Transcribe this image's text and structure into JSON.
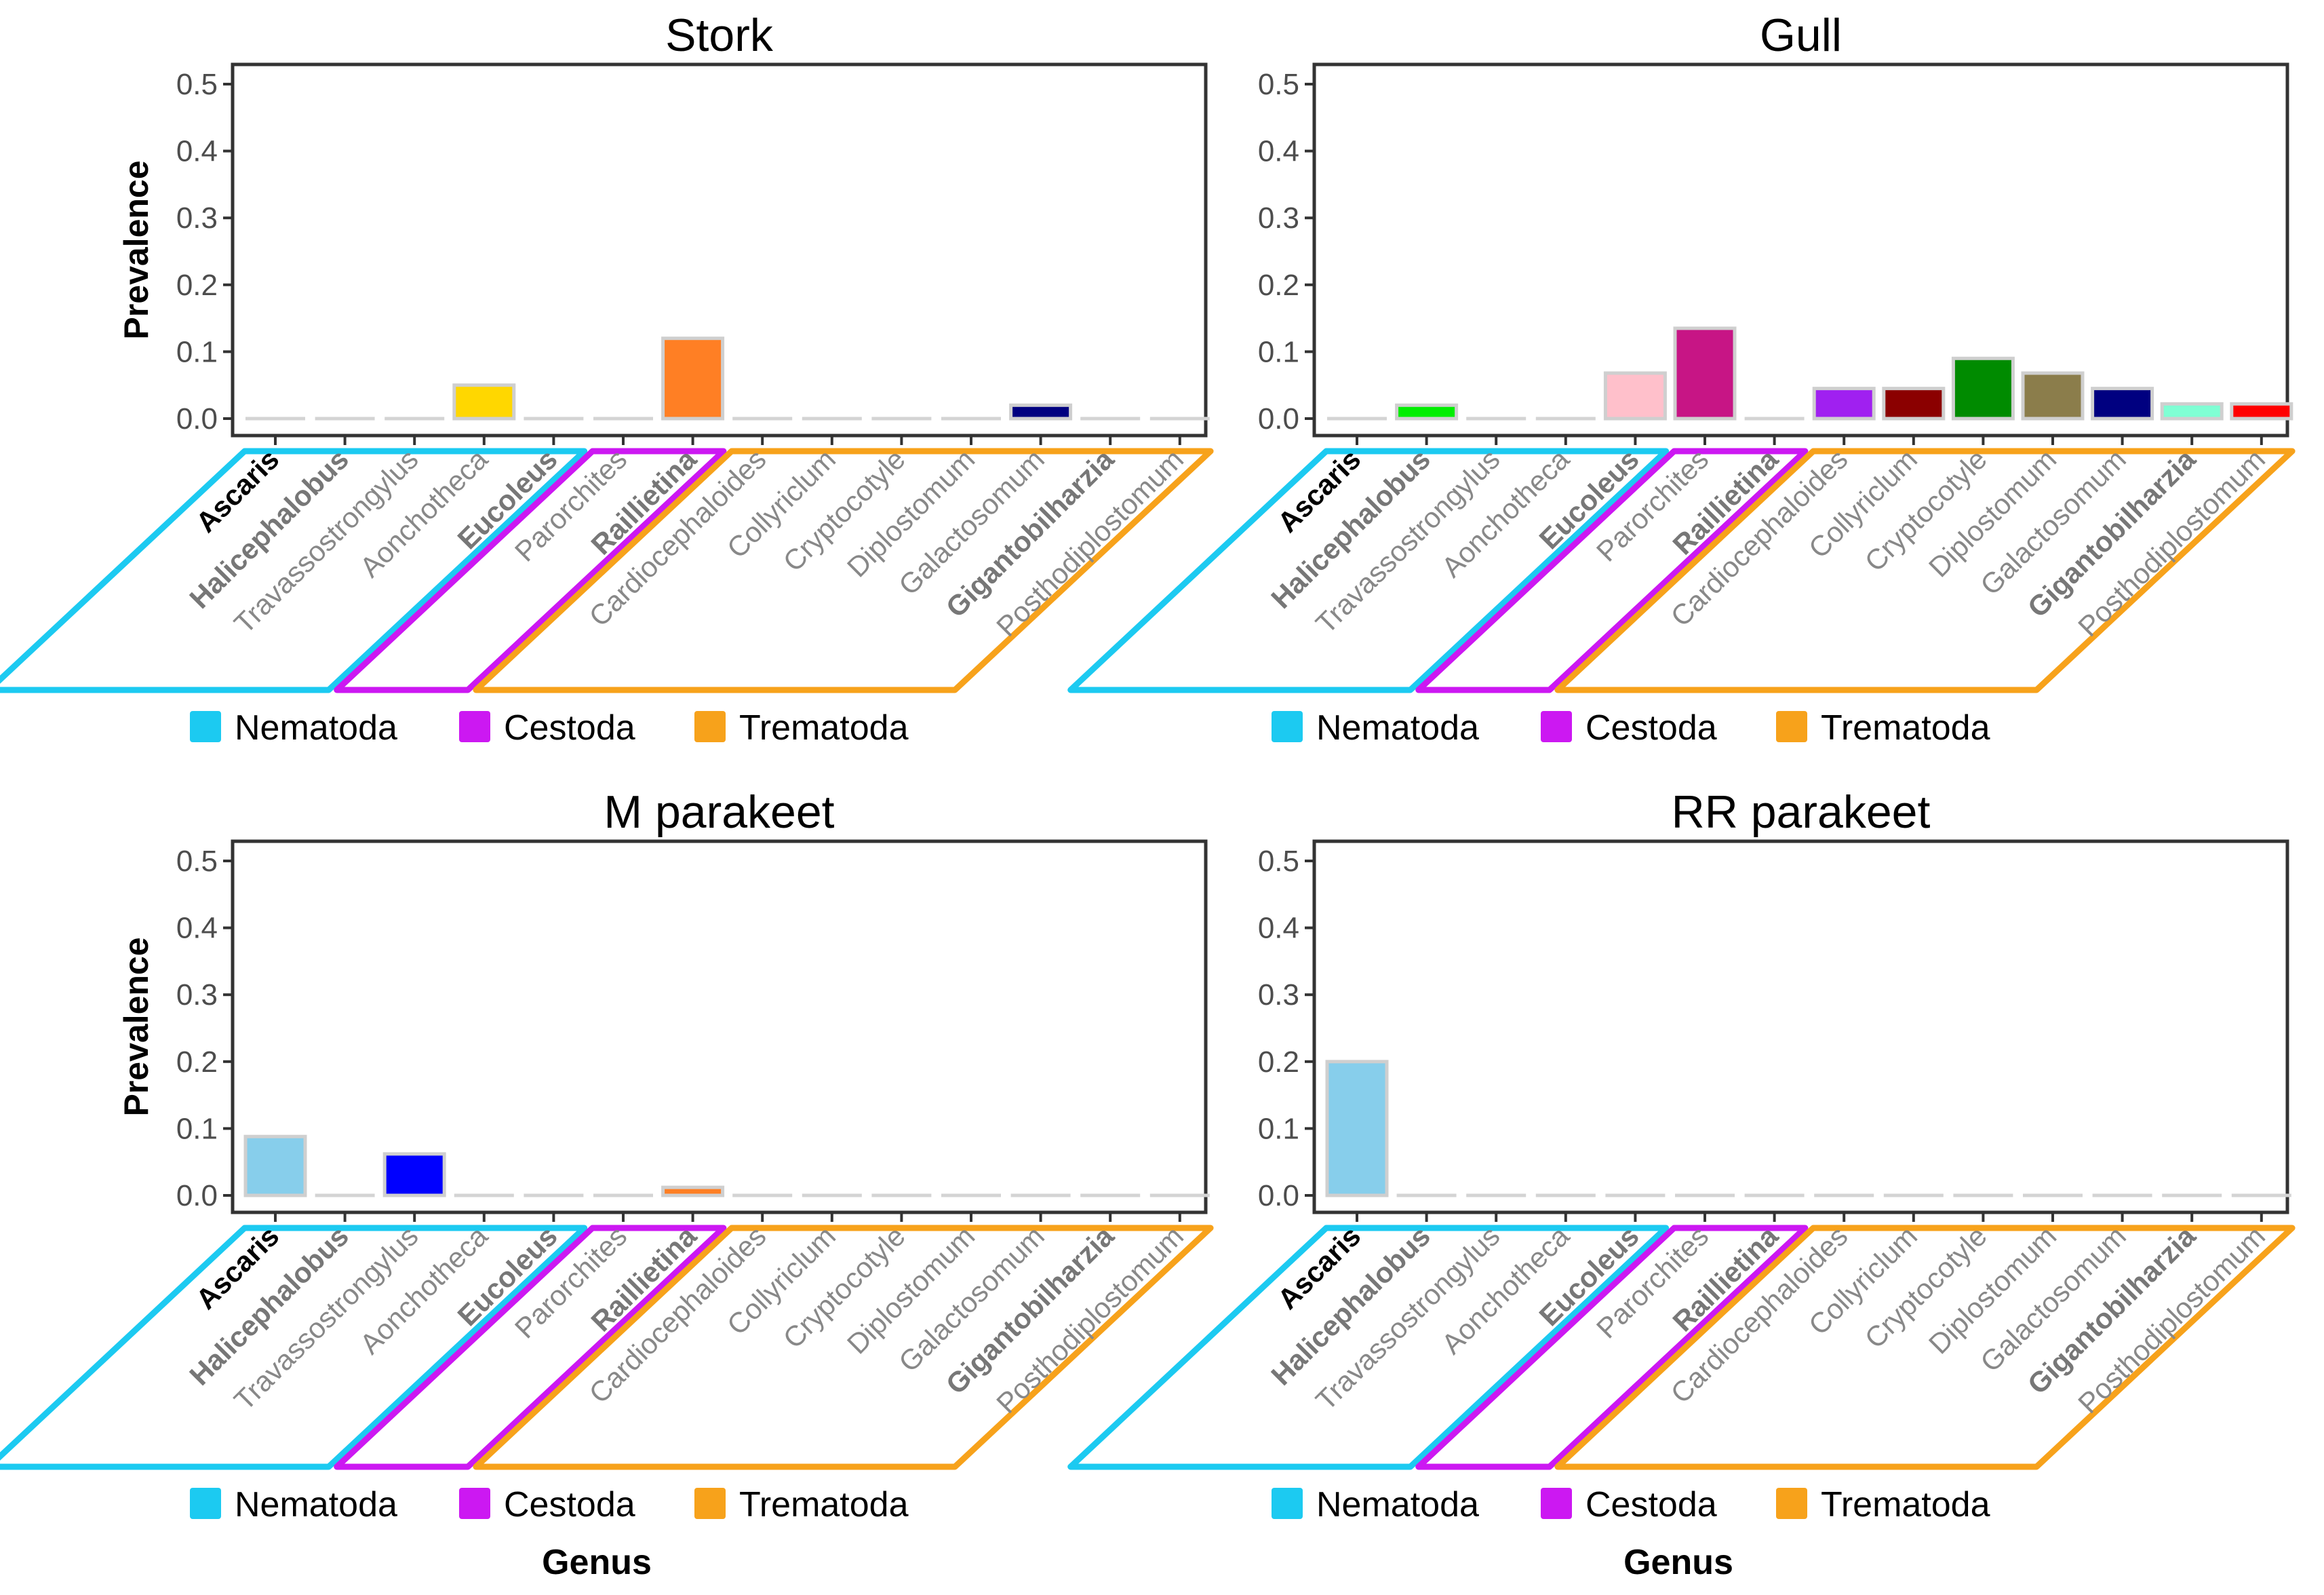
{
  "colors": {
    "Nematoda": "#1ccaf1",
    "Cestoda": "#cc18f2",
    "Trematoda": "#f7a21b",
    "bar_outline": "#cfcfcf",
    "zero_line": "#d4d4d4"
  },
  "chart_data": [
    {
      "type": "bar",
      "title": "Stork",
      "xlabel": "",
      "ylabel": "Prevalence",
      "ylim": [
        0,
        0.5
      ],
      "yticks": [
        "0.0",
        "0.1",
        "0.2",
        "0.3",
        "0.4",
        "0.5"
      ],
      "categories": [
        "Ascaris",
        "Halicephalobus",
        "Travassostrongylus",
        "Aonchotheca",
        "Eucoleus",
        "Parorchites",
        "Raillietina",
        "Cardiocephaloides",
        "Collyriclum",
        "Cryptocotyle",
        "Diplostomum",
        "Galactosomum",
        "Gigantobilharzia",
        "Posthodiplostomum"
      ],
      "values": [
        0,
        0,
        0,
        0.05,
        0,
        0,
        0.12,
        0,
        0,
        0,
        0,
        0.02,
        0,
        0
      ],
      "bar_colors": [
        "",
        "",
        "",
        "#ffd700",
        "",
        "",
        "#ff7f24",
        "",
        "",
        "",
        "",
        "#000080",
        "",
        ""
      ],
      "legend": [
        "Nematoda",
        "Cestoda",
        "Trematoda"
      ]
    },
    {
      "type": "bar",
      "title": "Gull",
      "xlabel": "",
      "ylabel": "",
      "ylim": [
        0,
        0.5
      ],
      "yticks": [
        "0.0",
        "0.1",
        "0.2",
        "0.3",
        "0.4",
        "0.5"
      ],
      "categories": [
        "Ascaris",
        "Halicephalobus",
        "Travassostrongylus",
        "Aonchotheca",
        "Eucoleus",
        "Parorchites",
        "Raillietina",
        "Cardiocephaloides",
        "Collyriclum",
        "Cryptocotyle",
        "Diplostomum",
        "Galactosomum",
        "Gigantobilharzia",
        "Posthodiplostomum"
      ],
      "values": [
        0,
        0.02,
        0,
        0,
        0.068,
        0.135,
        0,
        0.045,
        0.045,
        0.09,
        0.068,
        0.045,
        0.022,
        0.022
      ],
      "bar_colors": [
        "",
        "#00ee00",
        "",
        "",
        "#ffc0cb",
        "#c71585",
        "",
        "#a020f0",
        "#8b0000",
        "#008b00",
        "#8b7d4b",
        "#000080",
        "#7fffd4",
        "#ff0000"
      ],
      "legend": [
        "Nematoda",
        "Cestoda",
        "Trematoda"
      ]
    },
    {
      "type": "bar",
      "title": "M parakeet",
      "xlabel": "Genus",
      "ylabel": "Prevalence",
      "ylim": [
        0,
        0.5
      ],
      "yticks": [
        "0.0",
        "0.1",
        "0.2",
        "0.3",
        "0.4",
        "0.5"
      ],
      "categories": [
        "Ascaris",
        "Halicephalobus",
        "Travassostrongylus",
        "Aonchotheca",
        "Eucoleus",
        "Parorchites",
        "Raillietina",
        "Cardiocephaloides",
        "Collyriclum",
        "Cryptocotyle",
        "Diplostomum",
        "Galactosomum",
        "Gigantobilharzia",
        "Posthodiplostomum"
      ],
      "values": [
        0.088,
        0,
        0.062,
        0,
        0,
        0,
        0.012,
        0,
        0,
        0,
        0,
        0,
        0,
        0
      ],
      "bar_colors": [
        "#87ceeb",
        "",
        "#0000ff",
        "",
        "",
        "",
        "#ff7f24",
        "",
        "",
        "",
        "",
        "",
        "",
        ""
      ],
      "legend": [
        "Nematoda",
        "Cestoda",
        "Trematoda"
      ]
    },
    {
      "type": "bar",
      "title": "RR parakeet",
      "xlabel": "Genus",
      "ylabel": "",
      "ylim": [
        0,
        0.5
      ],
      "yticks": [
        "0.0",
        "0.1",
        "0.2",
        "0.3",
        "0.4",
        "0.5"
      ],
      "categories": [
        "Ascaris",
        "Halicephalobus",
        "Travassostrongylus",
        "Aonchotheca",
        "Eucoleus",
        "Parorchites",
        "Raillietina",
        "Cardiocephaloides",
        "Collyriclum",
        "Cryptocotyle",
        "Diplostomum",
        "Galactosomum",
        "Gigantobilharzia",
        "Posthodiplostomum"
      ],
      "values": [
        0.2,
        0,
        0,
        0,
        0,
        0,
        0,
        0,
        0,
        0,
        0,
        0,
        0,
        0
      ],
      "bar_colors": [
        "#87ceeb",
        "",
        "",
        "",
        "",
        "",
        "",
        "",
        "",
        "",
        "",
        "",
        "",
        ""
      ],
      "legend": [
        "Nematoda",
        "Cestoda",
        "Trematoda"
      ]
    }
  ],
  "genus_styles": {
    "Ascaris": "black",
    "Halicephalobus": "bold",
    "Eucoleus": "bold",
    "Raillietina": "bold",
    "Gigantobilharzia": "bold"
  },
  "groups": [
    {
      "name": "Nematoda",
      "from": 0,
      "to": 4
    },
    {
      "name": "Cestoda",
      "from": 5,
      "to": 6
    },
    {
      "name": "Trematoda",
      "from": 7,
      "to": 13
    }
  ]
}
